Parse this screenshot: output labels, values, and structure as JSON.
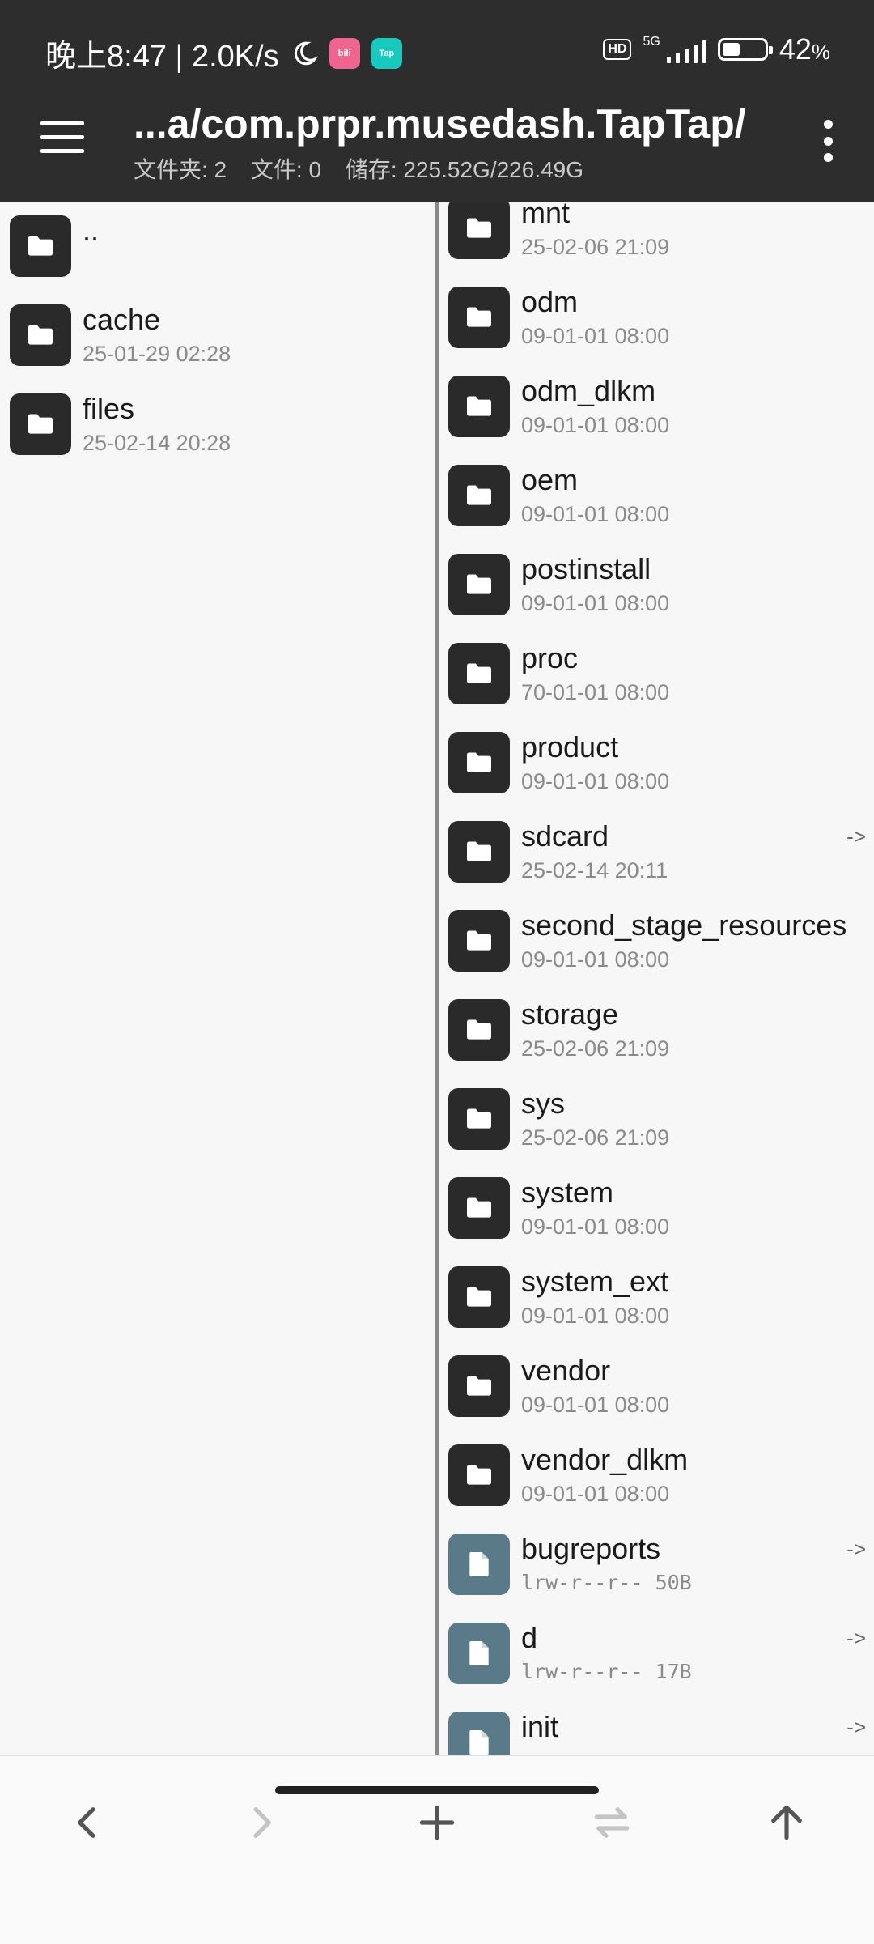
{
  "status_bar": {
    "time_speed": "晚上8:47 | 2.0K/s",
    "apps": [
      "bilibili",
      "Tap"
    ],
    "hd": "HD",
    "network": "5G",
    "battery_level": 0.42,
    "battery_pct": "42",
    "battery_unit": "%"
  },
  "toolbar": {
    "path": "...a/com.prpr.musedash.TapTap/",
    "folders": "文件夹: 2",
    "files": "文件: 0",
    "storage": "储存: 225.52G/226.49G"
  },
  "left_pane": [
    {
      "name": "..",
      "meta": "",
      "type": "folder"
    },
    {
      "name": "cache",
      "meta": "25-01-29 02:28",
      "type": "folder"
    },
    {
      "name": "files",
      "meta": "25-02-14 20:28",
      "type": "folder"
    }
  ],
  "right_pane": [
    {
      "name": "mnt",
      "meta": "25-02-06 21:09",
      "type": "folder",
      "link": ""
    },
    {
      "name": "odm",
      "meta": "09-01-01 08:00",
      "type": "folder",
      "link": ""
    },
    {
      "name": "odm_dlkm",
      "meta": "09-01-01 08:00",
      "type": "folder",
      "link": ""
    },
    {
      "name": "oem",
      "meta": "09-01-01 08:00",
      "type": "folder",
      "link": ""
    },
    {
      "name": "postinstall",
      "meta": "09-01-01 08:00",
      "type": "folder",
      "link": ""
    },
    {
      "name": "proc",
      "meta": "70-01-01 08:00",
      "type": "folder",
      "link": ""
    },
    {
      "name": "product",
      "meta": "09-01-01 08:00",
      "type": "folder",
      "link": ""
    },
    {
      "name": "sdcard",
      "meta": "25-02-14 20:11",
      "type": "folder",
      "link": "->"
    },
    {
      "name": "second_stage_resources",
      "meta": "09-01-01 08:00",
      "type": "folder",
      "link": ""
    },
    {
      "name": "storage",
      "meta": "25-02-06 21:09",
      "type": "folder",
      "link": ""
    },
    {
      "name": "sys",
      "meta": "25-02-06 21:09",
      "type": "folder",
      "link": ""
    },
    {
      "name": "system",
      "meta": "09-01-01 08:00",
      "type": "folder",
      "link": ""
    },
    {
      "name": "system_ext",
      "meta": "09-01-01 08:00",
      "type": "folder",
      "link": ""
    },
    {
      "name": "vendor",
      "meta": "09-01-01 08:00",
      "type": "folder",
      "link": ""
    },
    {
      "name": "vendor_dlkm",
      "meta": "09-01-01 08:00",
      "type": "folder",
      "link": ""
    },
    {
      "name": "bugreports",
      "meta": "lrw-r--r-- 50B",
      "type": "file",
      "link": "->"
    },
    {
      "name": "d",
      "meta": "lrw-r--r-- 17B",
      "type": "file",
      "link": "->"
    },
    {
      "name": "init",
      "meta": "",
      "type": "file",
      "link": "->"
    }
  ],
  "bottom_nav": [
    "back-icon",
    "forward-icon",
    "add-icon",
    "swap-icon",
    "up-icon"
  ],
  "colors": {
    "toolbar": "#2d2d2d",
    "folder_icon": "#2a2a2a",
    "file_icon": "#5a7a8a"
  }
}
